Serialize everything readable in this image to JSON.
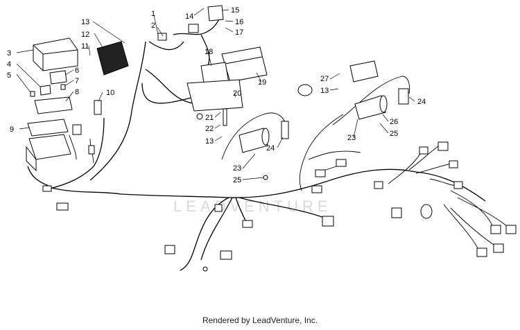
{
  "watermark": "LEADVENTURE",
  "footer": "Rendered by LeadVenture, Inc.",
  "callouts": [
    "1",
    "2",
    "3",
    "4",
    "5",
    "6",
    "7",
    "8",
    "9",
    "10",
    "11",
    "12",
    "13",
    "14",
    "15",
    "16",
    "17",
    "18",
    "19",
    "20",
    "21",
    "22",
    "23",
    "24",
    "25",
    "26",
    "27"
  ],
  "repeat_callouts": {
    "c13b": "13",
    "c13c": "13",
    "c23b": "23",
    "c24b": "24",
    "c25b": "25"
  }
}
